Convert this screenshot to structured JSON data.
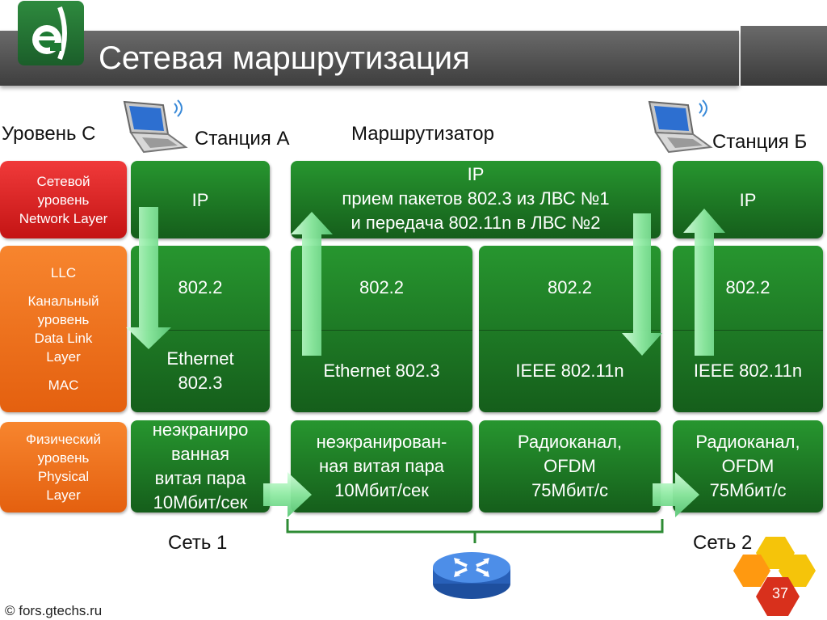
{
  "header": {
    "title": "Сетевая маршрутизация"
  },
  "labels": {
    "level": "Уровень С",
    "station_a": "Станция А",
    "router": "Маршрутизатор",
    "station_b": "Станция Б",
    "net1": "Сеть 1",
    "net2": "Сеть 2"
  },
  "layers": {
    "network": [
      "Сетевой",
      "уровень",
      "Network Layer"
    ],
    "datalink": [
      "LLC",
      "",
      "Канальный",
      "уровень",
      "Data Link",
      "Layer",
      "",
      "MAC"
    ],
    "physical": [
      "Физический",
      "уровень",
      "Physical",
      "Layer"
    ]
  },
  "station_a": {
    "ip": "IP",
    "llc": "802.2",
    "mac": [
      "Ethernet",
      "802.3"
    ],
    "phy": [
      "неэкраниро",
      "ванная",
      "витая пара",
      "10Мбит/сек"
    ]
  },
  "router": {
    "ip": [
      "IP",
      "прием пакетов 802.3 из ЛВС №1",
      "и передача 802.11n в ЛВС №2"
    ],
    "left": {
      "llc": "802.2",
      "mac": "Ethernet 802.3",
      "phy": [
        "неэкранирован-",
        "ная витая пара",
        "10Мбит/сек"
      ]
    },
    "right": {
      "llc": "802.2",
      "mac": "IEEE 802.11n",
      "phy": [
        "Радиоканал,",
        "OFDM",
        "75Мбит/с"
      ]
    }
  },
  "station_b": {
    "ip": "IP",
    "llc": "802.2",
    "mac": "IEEE 802.11n",
    "phy": [
      "Радиоканал,",
      "OFDM",
      "75Мбит/с"
    ]
  },
  "footer": {
    "source": "© fors.gtechs.ru",
    "page": "37"
  },
  "colors": {
    "green": "#1e7d25",
    "red": "#e02424",
    "orange": "#f07020",
    "arrow": "#90f0a8"
  },
  "icons": [
    "laptop-icon",
    "router-icon",
    "logo-icon",
    "hexagon-decoration"
  ]
}
